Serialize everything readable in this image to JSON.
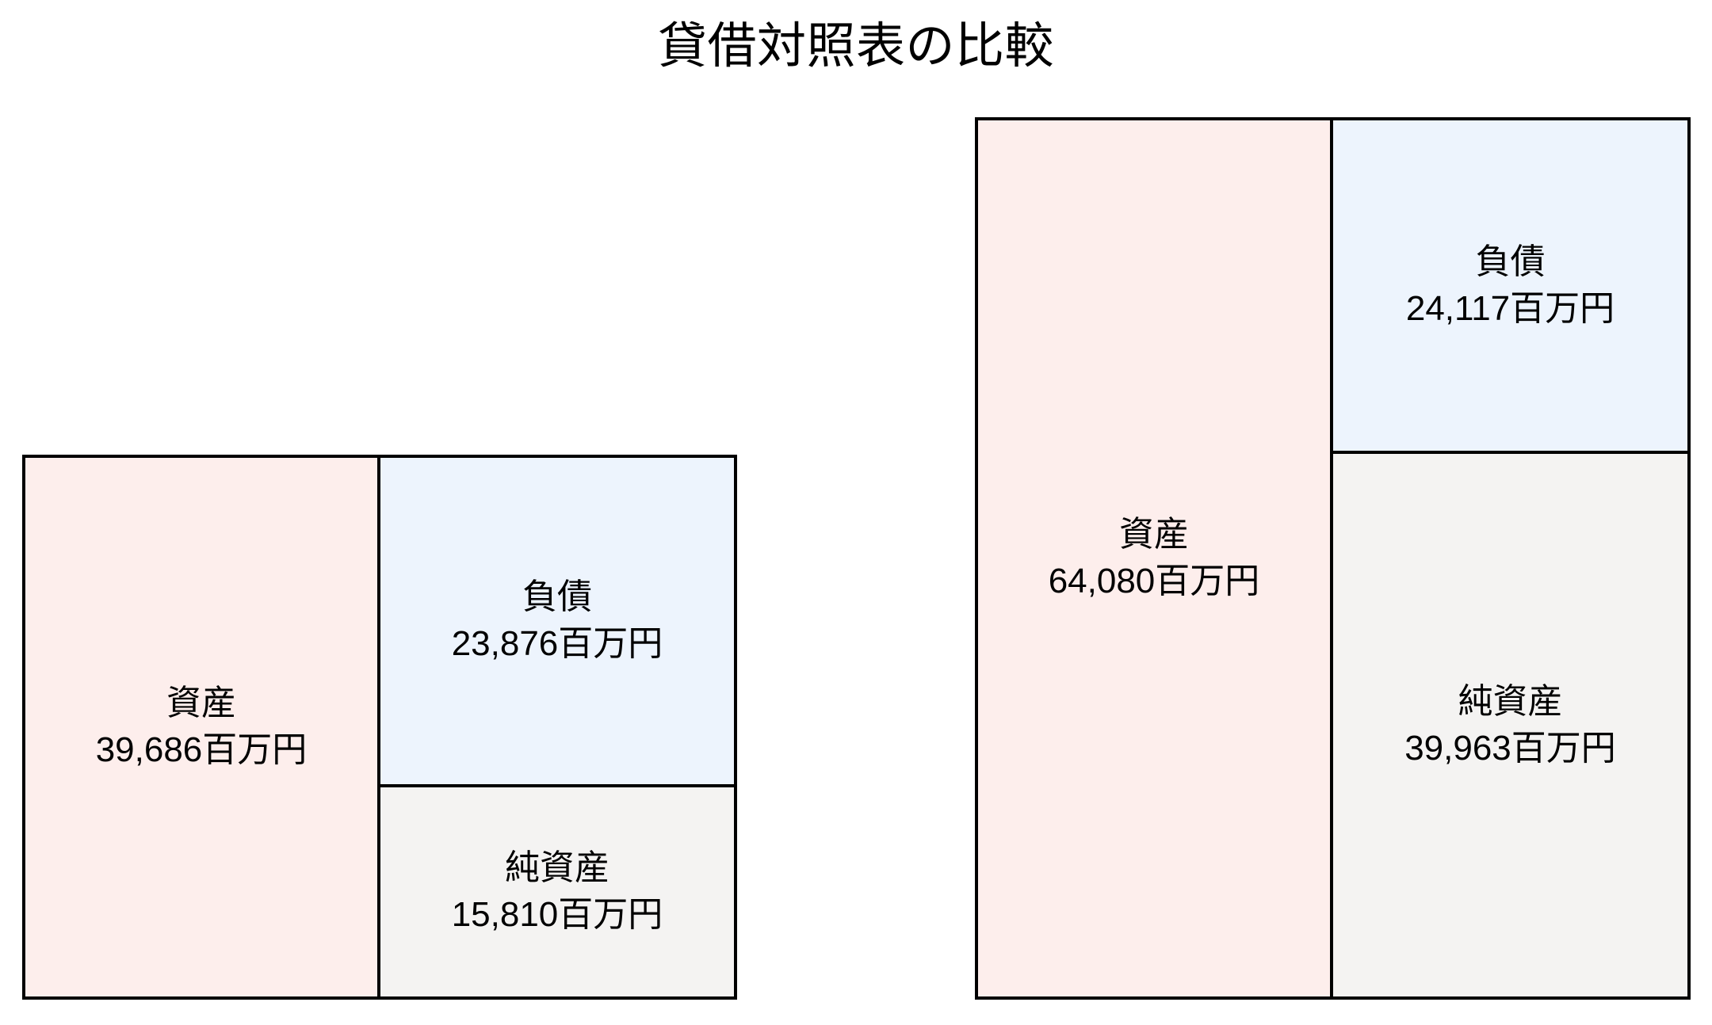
{
  "chart_title": "貸借対照表の比較",
  "chart_data": {
    "type": "bar",
    "title": "貸借対照表の比較",
    "subtitle": "",
    "xlabel": "",
    "ylabel": "",
    "unit": "百万円",
    "grid": false,
    "legend": "none",
    "groups": [
      {
        "name": "left-balance-sheet",
        "position": "left",
        "assets": {
          "label": "資産",
          "value": 39686,
          "value_text": "39,686百万円",
          "text": "資産\n39,686百万円",
          "color": "#fdeeec"
        },
        "liabilities": {
          "label": "負債",
          "value": 23876,
          "value_text": "23,876百万円",
          "text": "負債\n23,876百万円",
          "color": "#edf4fd"
        },
        "net_assets": {
          "label": "純資産",
          "value": 15810,
          "value_text": "15,810百万円",
          "text": "純資産\n15,810百万円",
          "color": "#f4f3f2"
        }
      },
      {
        "name": "right-balance-sheet",
        "position": "right",
        "assets": {
          "label": "資産",
          "value": 64080,
          "value_text": "64,080百万円",
          "text": "資産\n64,080百万円",
          "color": "#fdeeec"
        },
        "liabilities": {
          "label": "負債",
          "value": 24117,
          "value_text": "24,117百万円",
          "text": "負債\n24,117百万円",
          "color": "#edf4fd"
        },
        "net_assets": {
          "label": "純資産",
          "value": 39963,
          "value_text": "39,963百万円",
          "text": "純資産\n39,963百万円",
          "color": "#f4f3f2"
        }
      }
    ],
    "colors": {
      "assets_fill": "#fdeeec",
      "liabilities_fill": "#edf4fd",
      "net_assets_fill": "#f4f3f2",
      "border": "#000000",
      "text": "#000000",
      "background": "#ffffff"
    }
  }
}
